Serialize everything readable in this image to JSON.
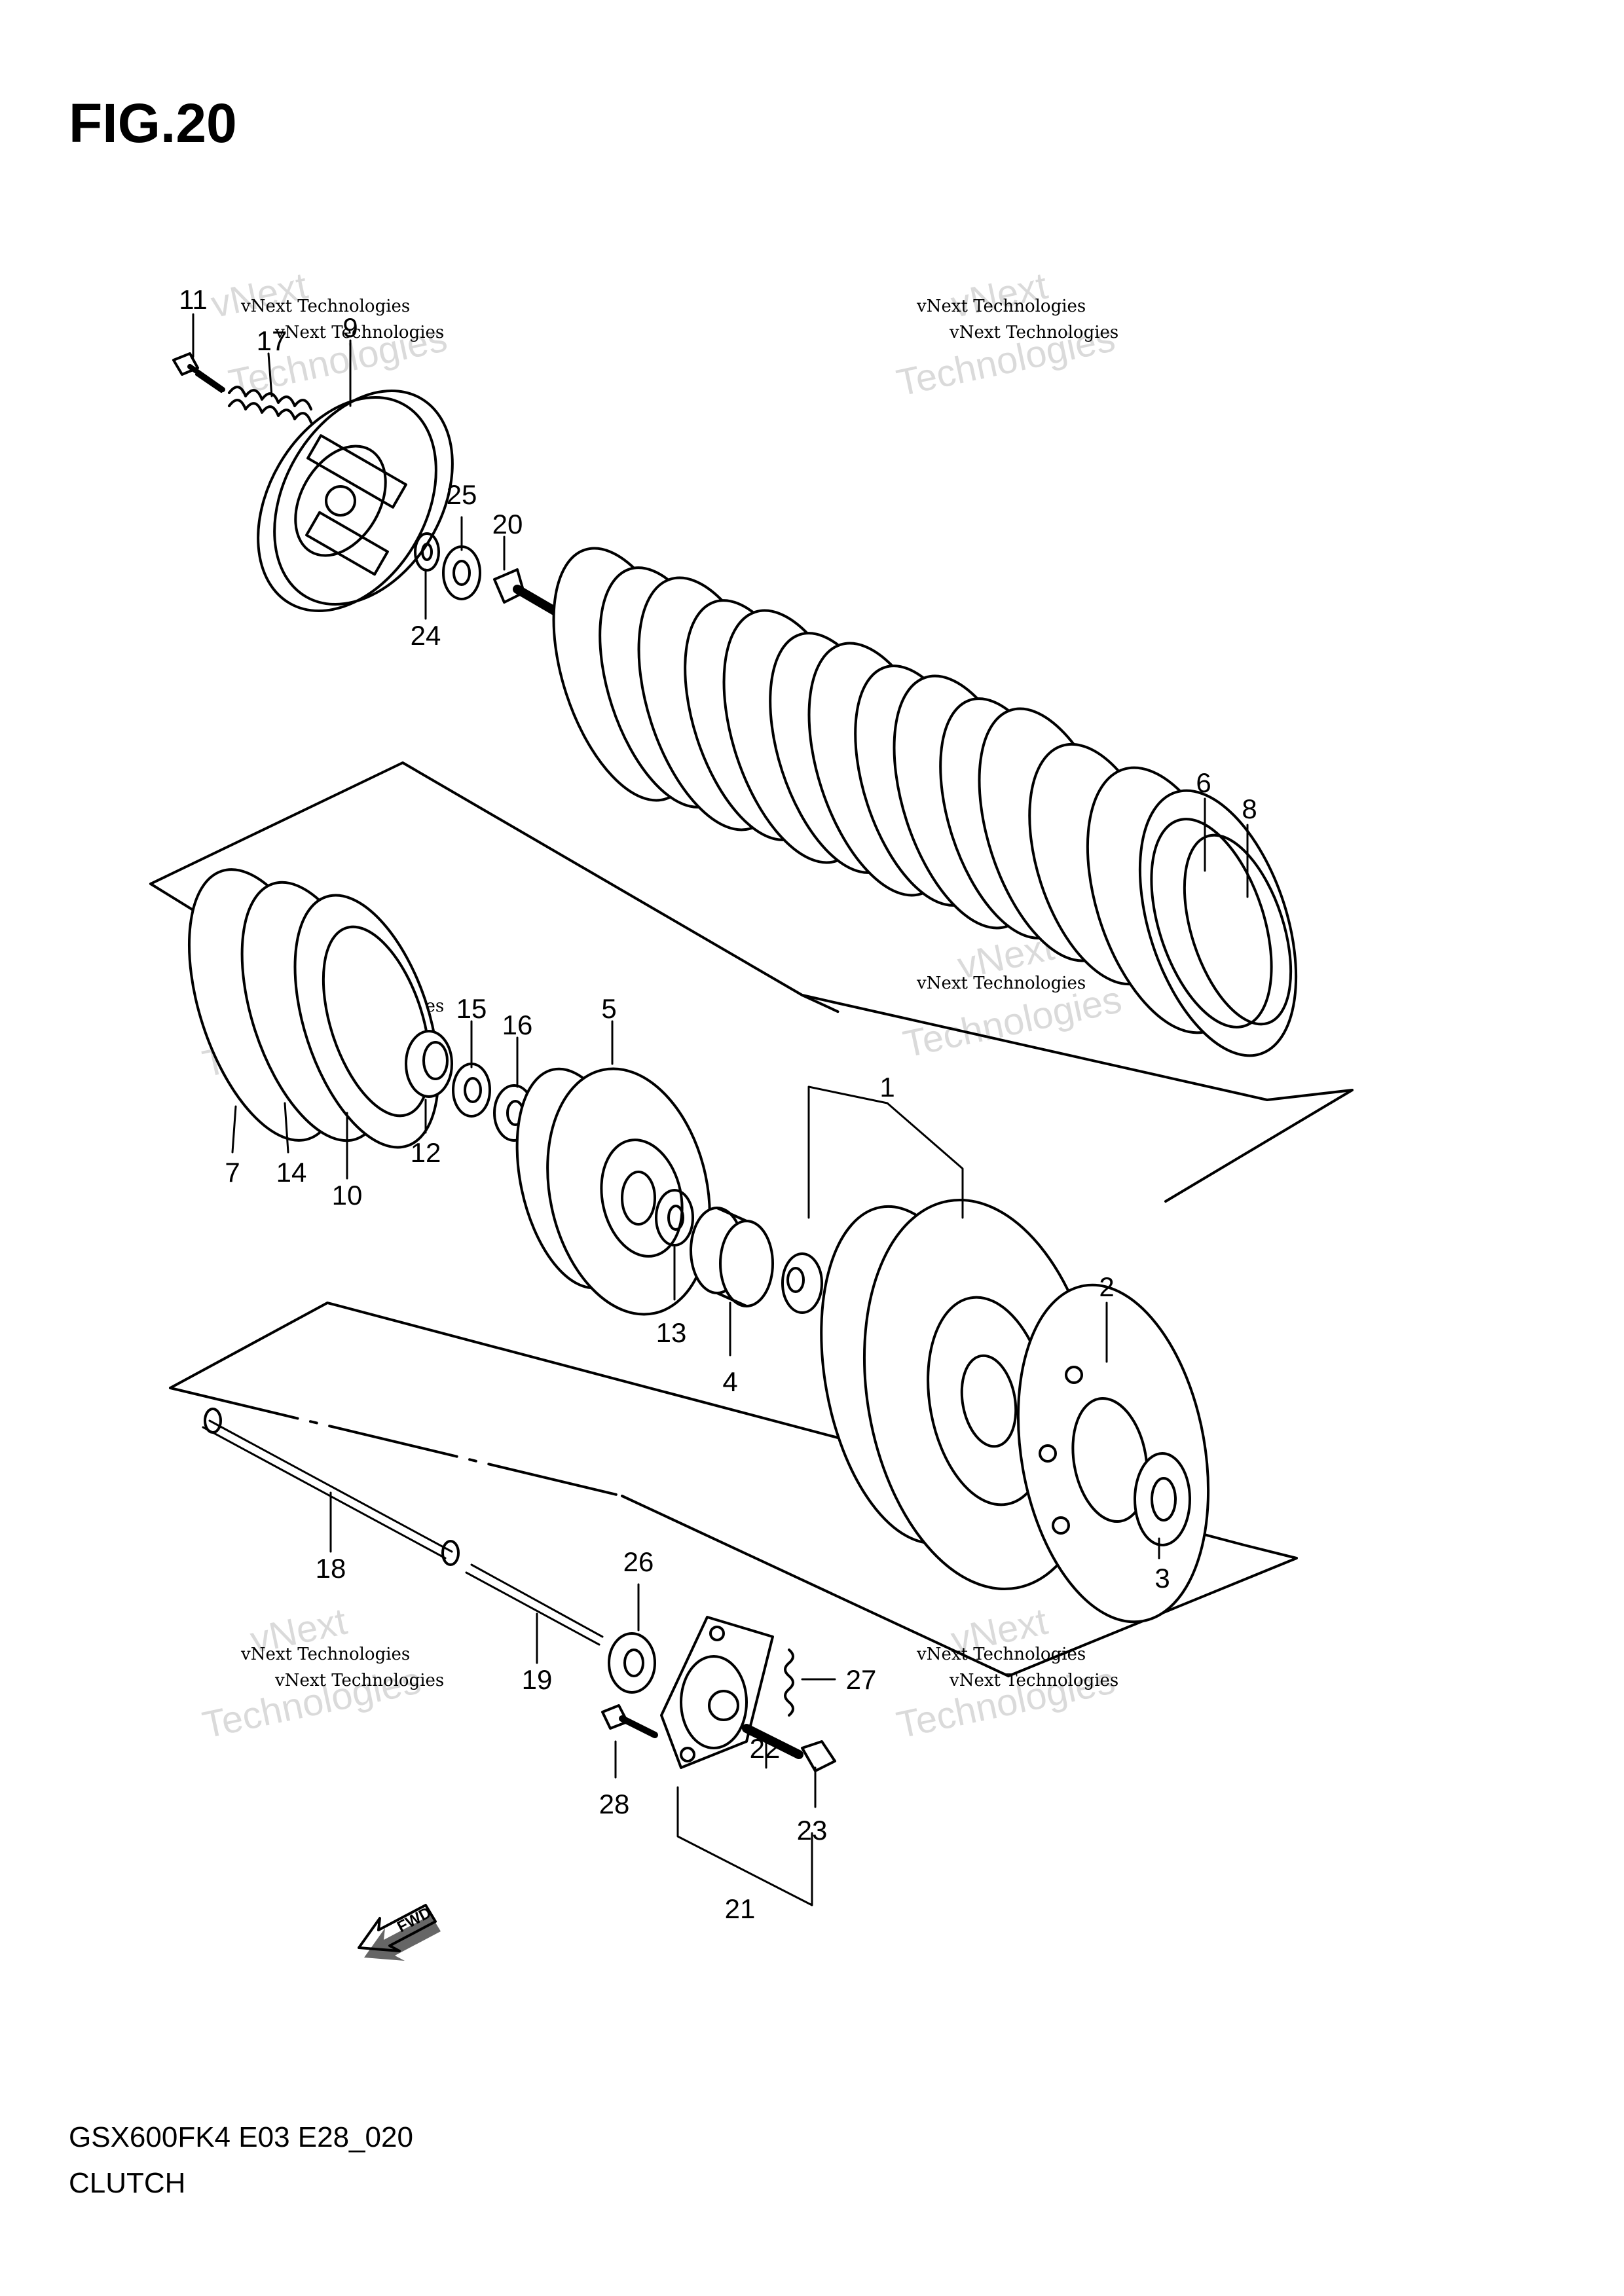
{
  "figure": {
    "title": "FIG.20",
    "code": "GSX600FK4 E03 E28_020",
    "name": "CLUTCH"
  },
  "watermark": {
    "line1": "vNext Technologies",
    "line2": "vNext",
    "line3": "Technologies"
  },
  "fwd_label": "FWD",
  "callouts": [
    "1",
    "2",
    "3",
    "4",
    "5",
    "6",
    "7",
    "8",
    "9",
    "10",
    "11",
    "12",
    "13",
    "14",
    "15",
    "16",
    "17",
    "18",
    "19",
    "20",
    "21",
    "22",
    "23",
    "24",
    "25",
    "26",
    "27",
    "28"
  ]
}
